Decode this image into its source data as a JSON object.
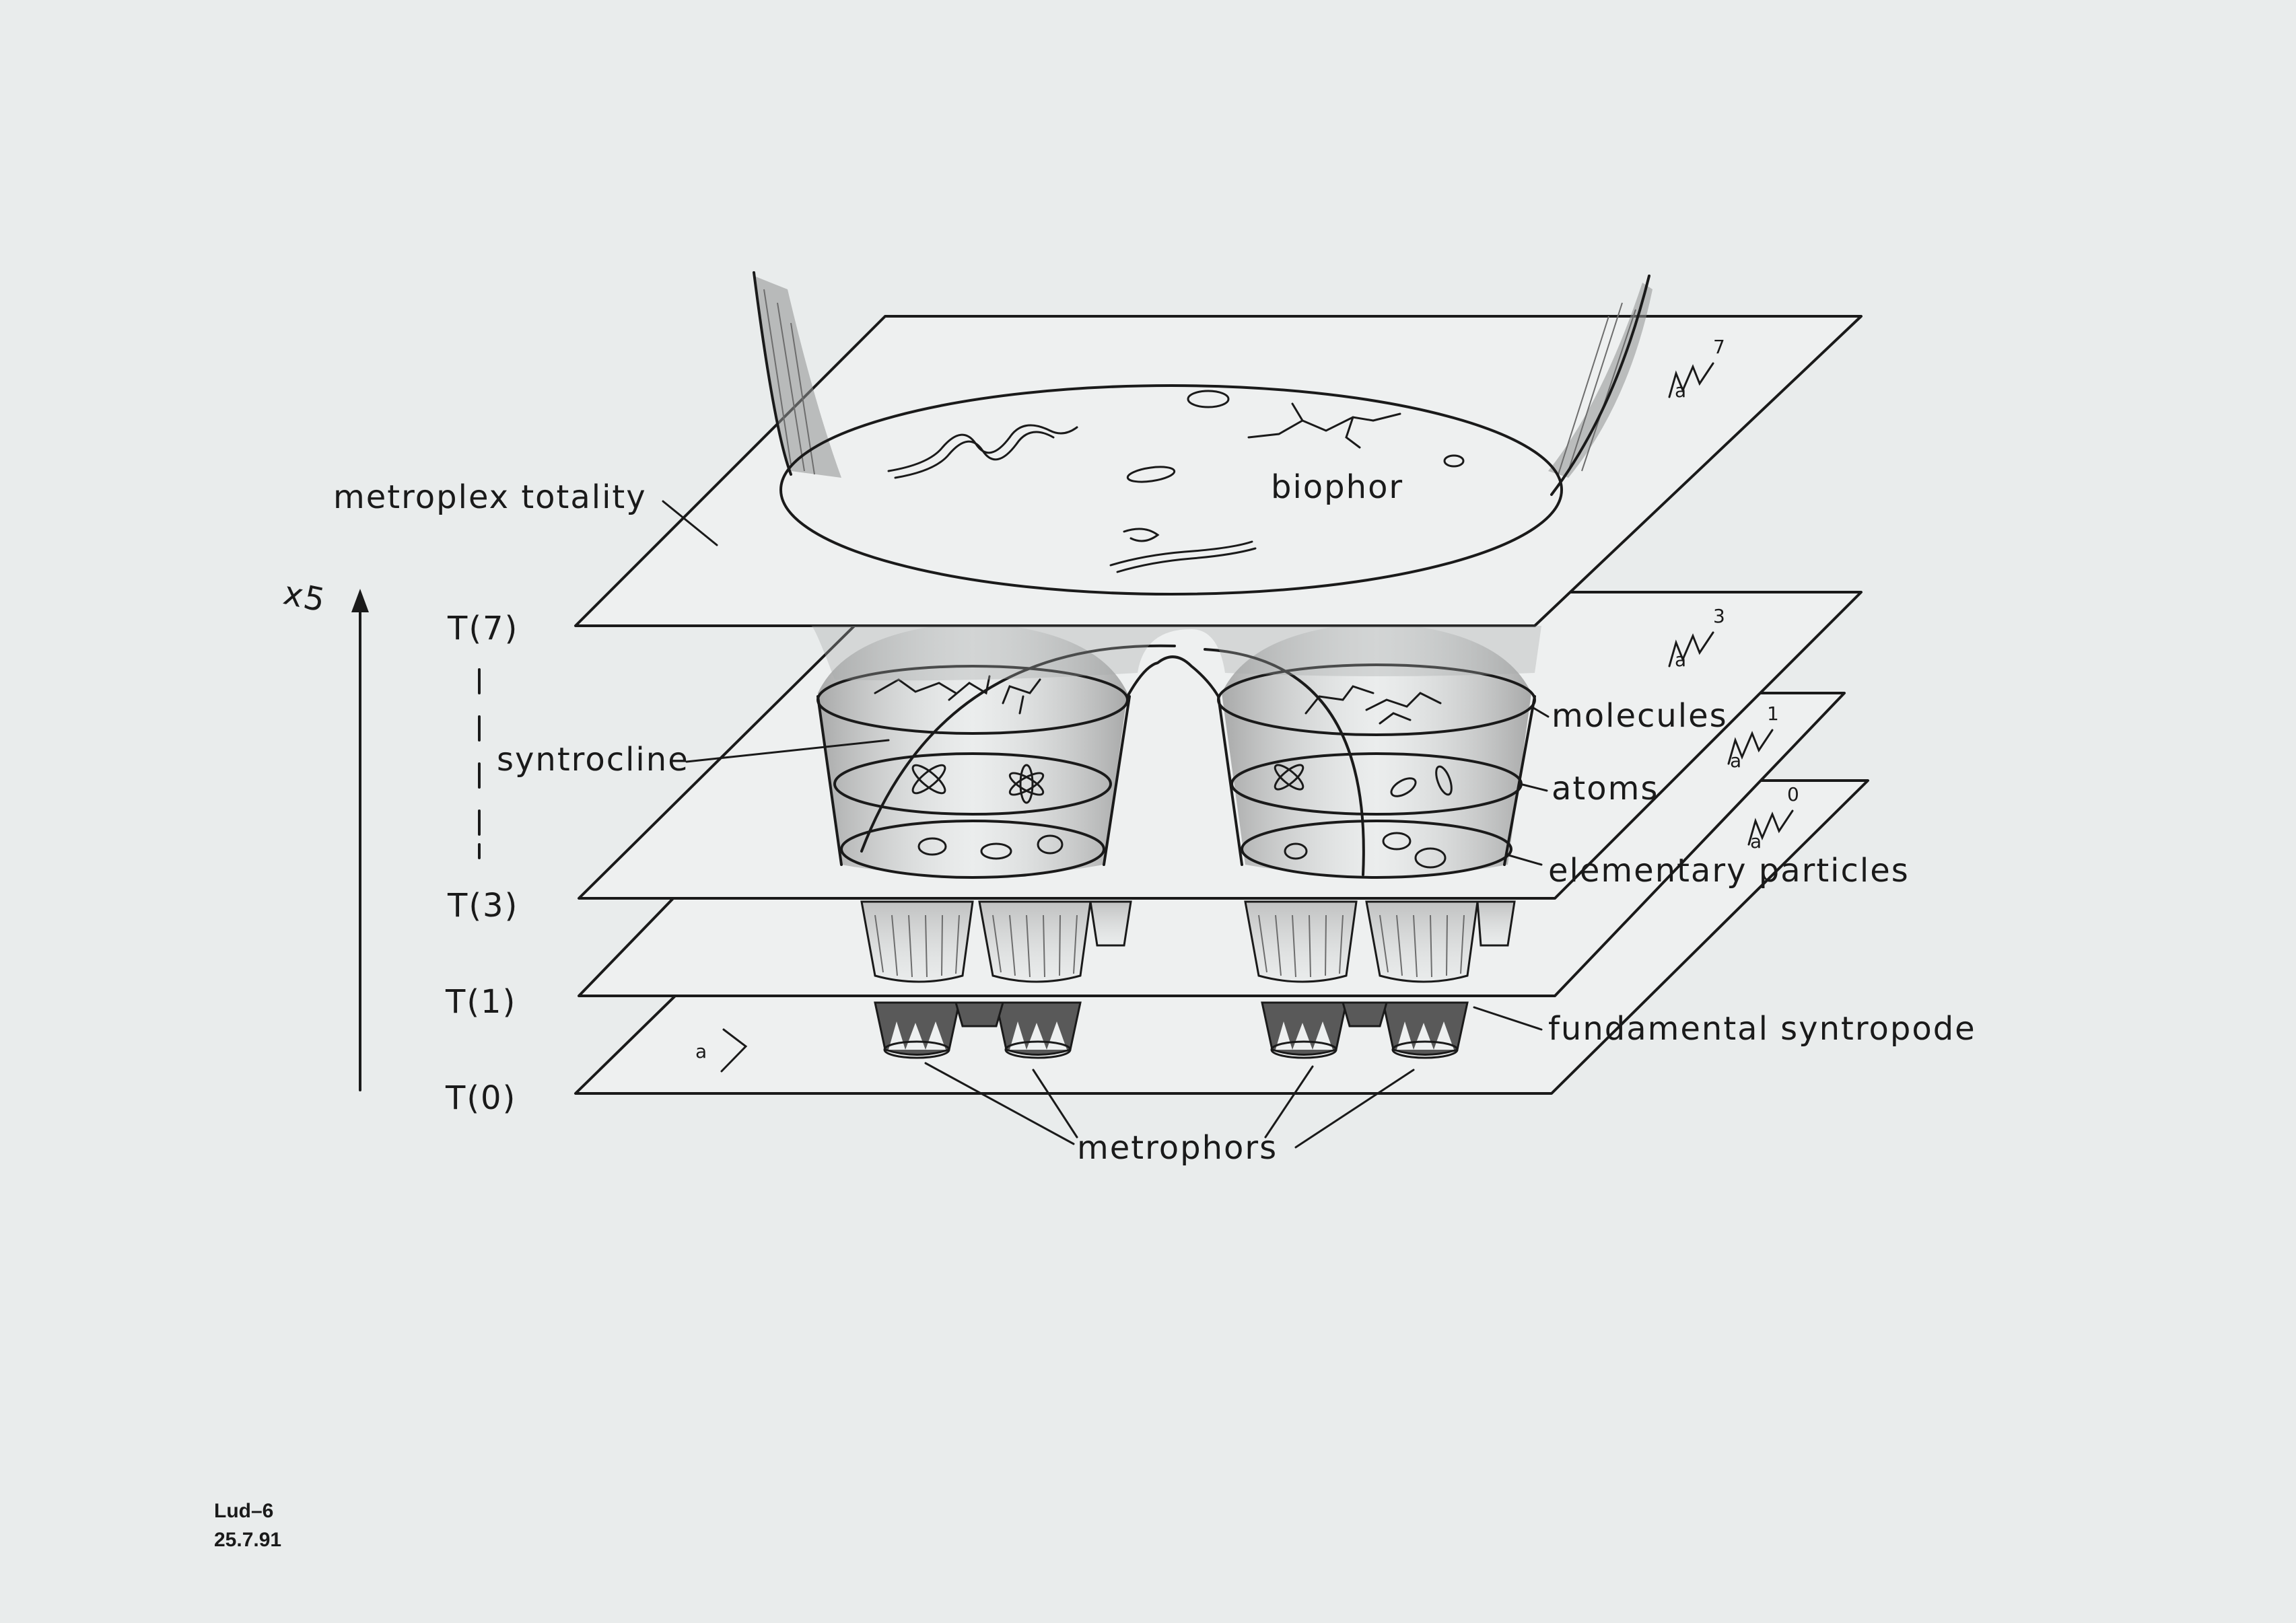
{
  "diagram": {
    "labels": {
      "metroplex_totality": "metroplex totality",
      "biophor": "biophor",
      "x5": "x5",
      "syntrocline": "syntrocline",
      "molecules": "molecules",
      "atoms": "atoms",
      "elementary_particles": "elementary particles",
      "fundamental_syntropode": "fundamental syntropode",
      "metrophors": "metrophors",
      "t7": "T(7)",
      "t3": "T(3)",
      "t1": "T(1)",
      "t0": "T(0)",
      "a_symbol": "a"
    },
    "plane_marks": [
      {
        "name": "metroplex-symbol-7",
        "index": "7",
        "base": "a"
      },
      {
        "name": "metroplex-symbol-3",
        "index": "3",
        "base": "a"
      },
      {
        "name": "metroplex-symbol-1",
        "index": "1",
        "base": "a"
      },
      {
        "name": "metroplex-symbol-0",
        "index": "0",
        "base": "a"
      }
    ],
    "footer": {
      "line1": "Lud–6",
      "line2": "25.7.91"
    },
    "colors": {
      "paper": "#e9ecec",
      "ink": "#1a1a1a",
      "shade": "#595959"
    }
  }
}
